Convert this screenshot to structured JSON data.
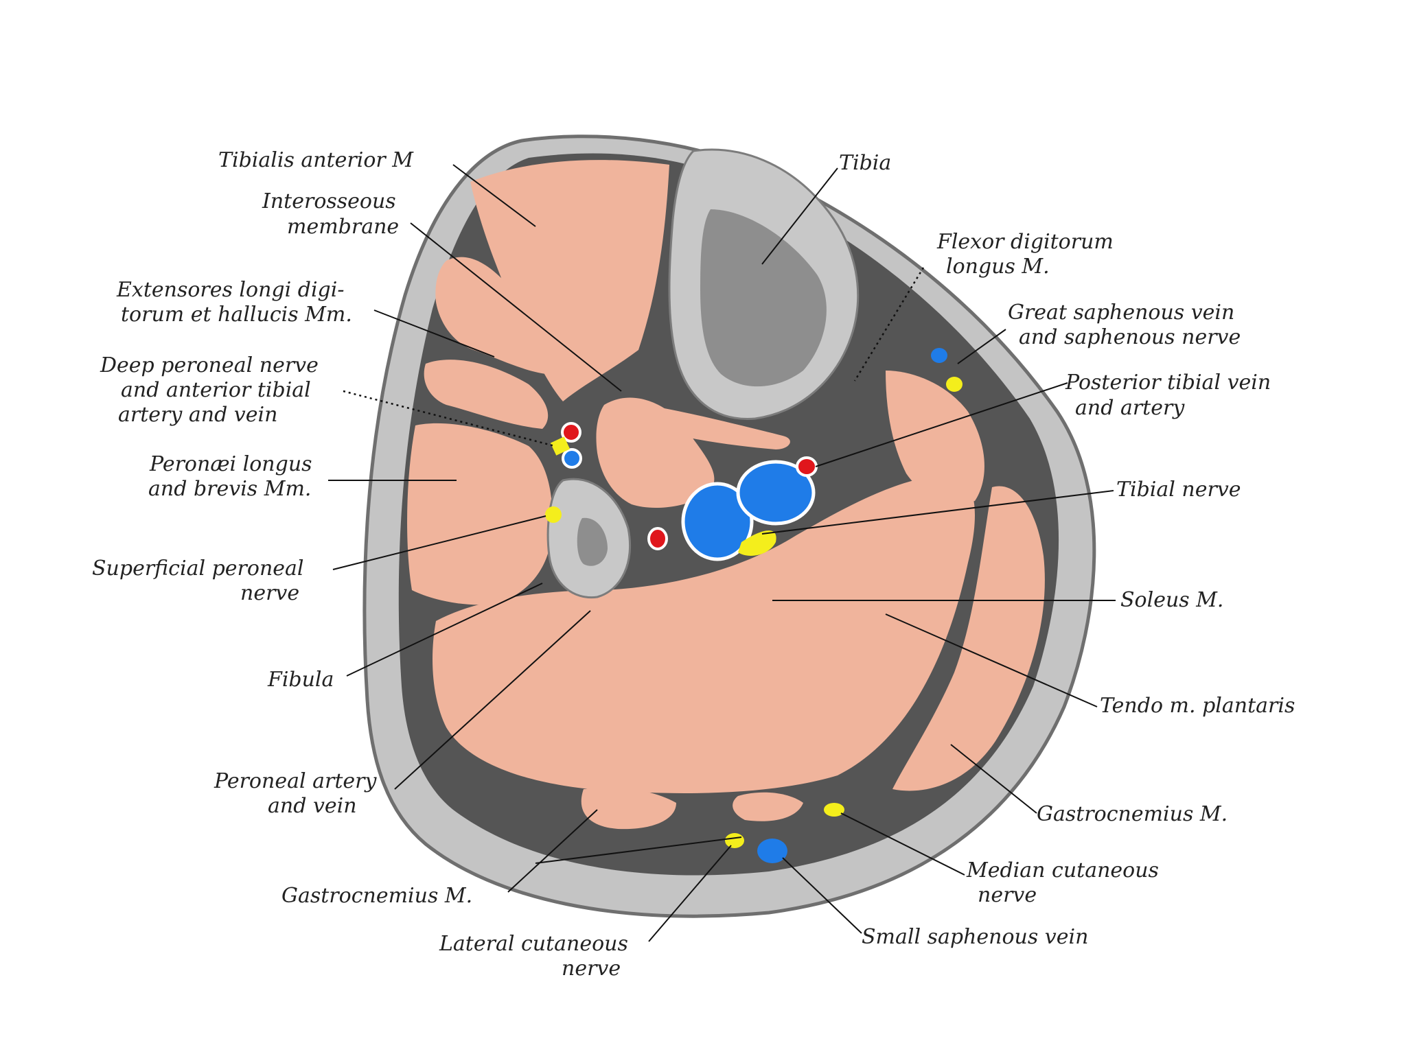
{
  "colors": {
    "skin": "#c4c4c4",
    "fascia": "#9a9a9a",
    "septum": "#555555",
    "muscle": "#f0b49c",
    "bone": "#c8c8c8",
    "marrow": "#8e8e8e",
    "vein": "#1f7ce8",
    "artery": "#e0161c",
    "nerve": "#f4ee1c"
  },
  "labels": {
    "tibialis_anterior": "Tibialis anterior M",
    "interosseous_1": "Interosseous",
    "interosseous_2": "membrane",
    "extensores_1": "Extensores longi digi-",
    "extensores_2": "torum et hallucis Mm.",
    "deep_peroneal_1": "Deep peroneal nerve",
    "deep_peroneal_2": "and anterior tibial",
    "deep_peroneal_3": "artery and vein",
    "peronaei_1": "Peronæi longus",
    "peronaei_2": "and brevis Mm.",
    "superficial_peroneal_1": "Superficial peroneal",
    "superficial_peroneal_2": "nerve",
    "fibula": "Fibula",
    "peroneal_artery_1": "Peroneal artery",
    "peroneal_artery_2": "and vein",
    "gastrocnemius_left": "Gastrocnemius M.",
    "lateral_cutaneous_1": "Lateral cutaneous",
    "lateral_cutaneous_2": "nerve",
    "tibia": "Tibia",
    "flexor_digitorum_1": "Flexor digitorum",
    "flexor_digitorum_2": "longus M.",
    "great_saphenous_1": "Great saphenous vein",
    "great_saphenous_2": "and saphenous nerve",
    "posterior_tibial_1": "Posterior tibial vein",
    "posterior_tibial_2": "and artery",
    "tibial_nerve": "Tibial nerve",
    "soleus": "Soleus M.",
    "tendo_plantaris": "Tendo m. plantaris",
    "gastrocnemius_right": "Gastrocnemius M.",
    "median_cutaneous_1": "Median cutaneous",
    "median_cutaneous_2": "nerve",
    "small_saphenous": "Small saphenous vein"
  }
}
